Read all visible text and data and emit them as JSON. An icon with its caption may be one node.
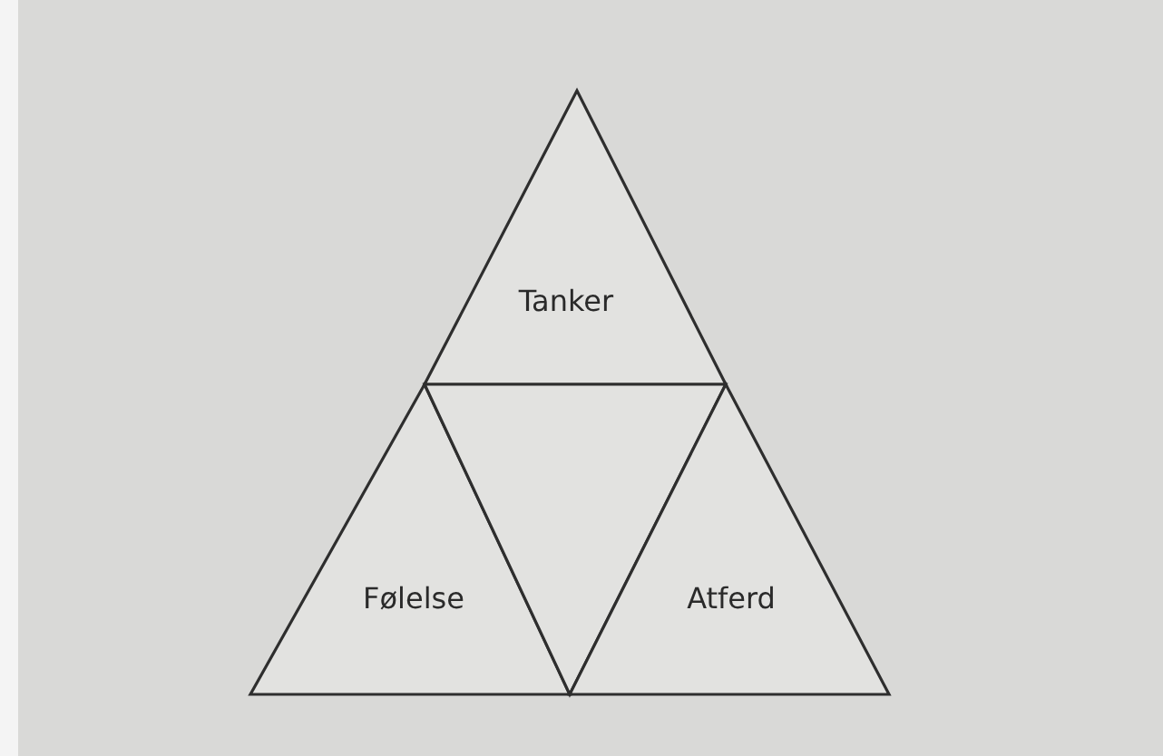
{
  "diagram": {
    "nodes": [
      {
        "text": [
          "Tanker"
        ]
      },
      {
        "text": [
          "Følelse"
        ]
      },
      {
        "text": [],
        "shape": "triangle"
      },
      {
        "text": [
          "Atferd"
        ]
      }
    ]
  }
}
